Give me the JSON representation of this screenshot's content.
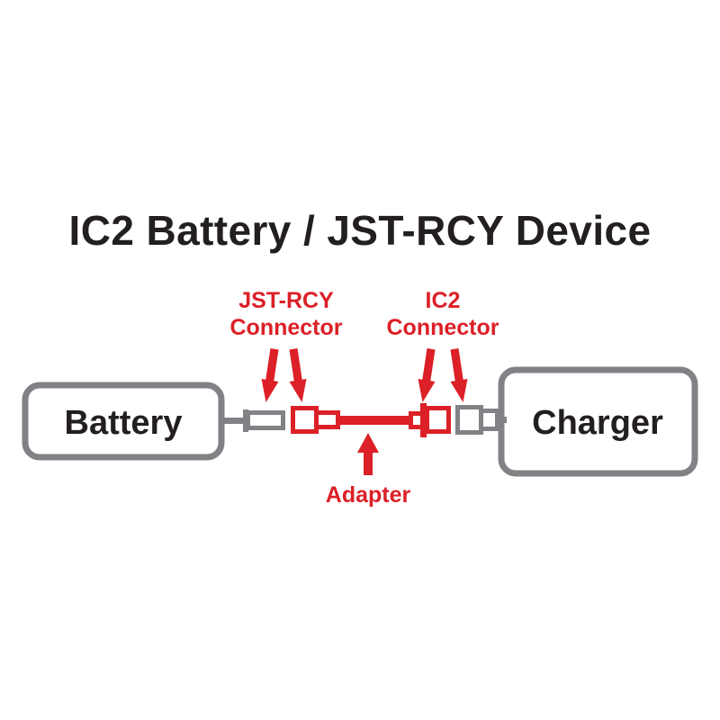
{
  "title": "IC2 Battery / JST-RCY Device",
  "colors": {
    "red": "#DC2027",
    "gray": "#808285",
    "dark_text": "#231F20",
    "background": "#FFFFFF"
  },
  "boxes": {
    "battery": {
      "label": "Battery"
    },
    "charger": {
      "label": "Charger"
    }
  },
  "callouts": {
    "jst_rcy": {
      "line1": "JST-RCY",
      "line2": "Connector"
    },
    "ic2": {
      "line1": "IC2",
      "line2": "Connector"
    },
    "adapter": {
      "label": "Adapter"
    }
  },
  "arrows": {
    "jst_left": "down-arrow-icon",
    "jst_right": "down-arrow-icon",
    "ic2_left": "down-arrow-icon",
    "ic2_right": "down-arrow-icon",
    "adapter_up": "up-arrow-icon"
  },
  "connectors": {
    "battery_pigtail": "gray-jst-rcy-male-connector",
    "adapter_jst_end": "red-jst-rcy-female-connector",
    "adapter_ic2_end": "red-ic2-male-connector",
    "charger_pigtail": "gray-ic2-female-connector",
    "adapter_wire": "red-adapter-wire"
  }
}
